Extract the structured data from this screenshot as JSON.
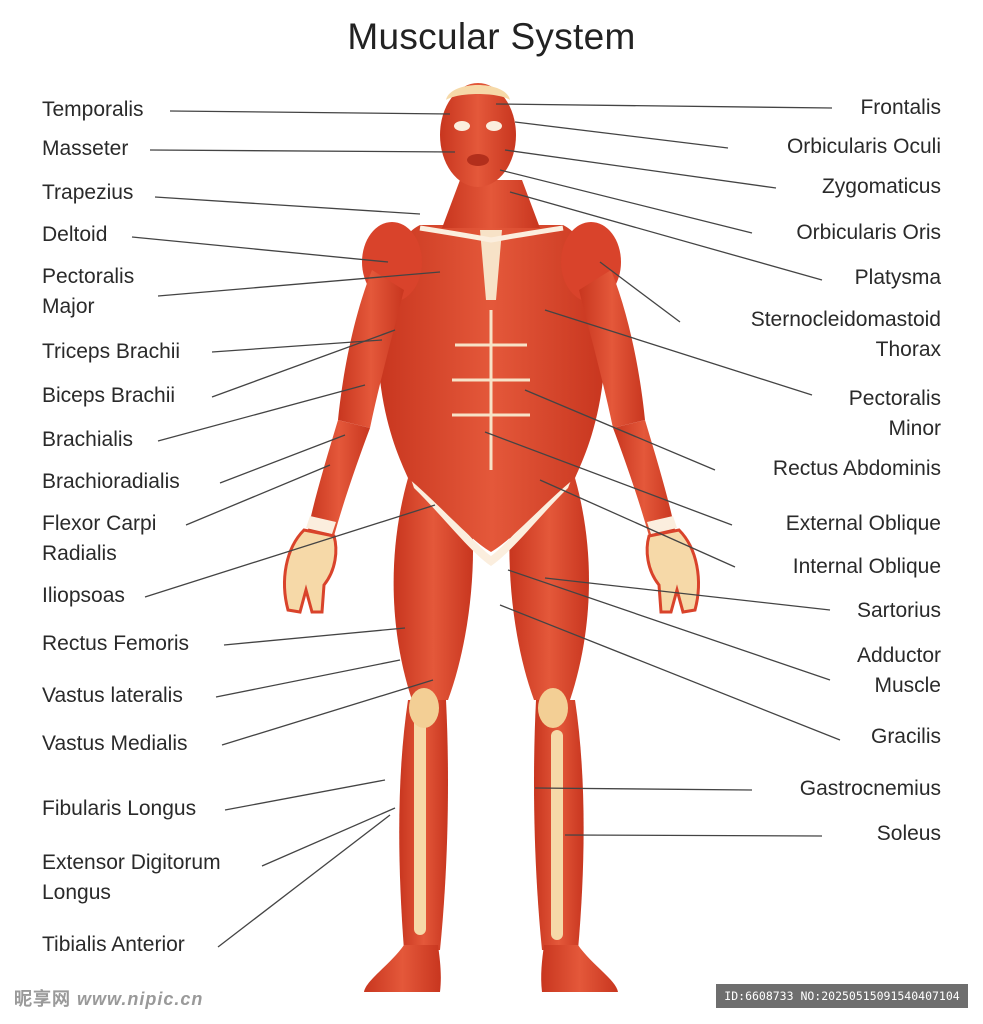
{
  "title": "Muscular System",
  "labels_left": [
    [
      "Temporalis"
    ],
    [
      "Masseter"
    ],
    [
      "Trapezius"
    ],
    [
      "Deltoid"
    ],
    [
      "Pectoralis",
      "Major"
    ],
    [
      "Triceps Brachii"
    ],
    [
      "Biceps Brachii"
    ],
    [
      "Brachialis"
    ],
    [
      "Brachioradialis"
    ],
    [
      "Flexor Carpi",
      "Radialis"
    ],
    [
      "Iliopsoas"
    ],
    [
      "Rectus Femoris"
    ],
    [
      "Vastus lateralis"
    ],
    [
      "Vastus Medialis"
    ],
    [
      "Fibularis Longus"
    ],
    [
      "Extensor Digitorum",
      "Longus"
    ],
    [
      "Tibialis Anterior"
    ]
  ],
  "labels_right": [
    [
      "Frontalis"
    ],
    [
      "Orbicularis Oculi"
    ],
    [
      "Zygomaticus"
    ],
    [
      "Orbicularis Oris"
    ],
    [
      "Platysma"
    ],
    [
      "Sternocleidomastoid",
      "Thorax"
    ],
    [
      "Pectoralis",
      "Minor"
    ],
    [
      "Rectus Abdominis"
    ],
    [
      "External Oblique"
    ],
    [
      "Internal Oblique"
    ],
    [
      "Sartorius"
    ],
    [
      "Adductor",
      "Muscle"
    ],
    [
      "Gracilis"
    ],
    [
      "Gastrocnemius"
    ],
    [
      "Soleus"
    ]
  ],
  "watermark": {
    "site_glyphs": "昵享网",
    "site_url": "www.nipic.cn",
    "id_text": "ID:6608733 NO:20250515091540407104"
  },
  "colors": {
    "muscle": "#d9432b",
    "muscle_dark": "#b22f1c",
    "tendon": "#f6d9a8",
    "line": "#444444"
  }
}
